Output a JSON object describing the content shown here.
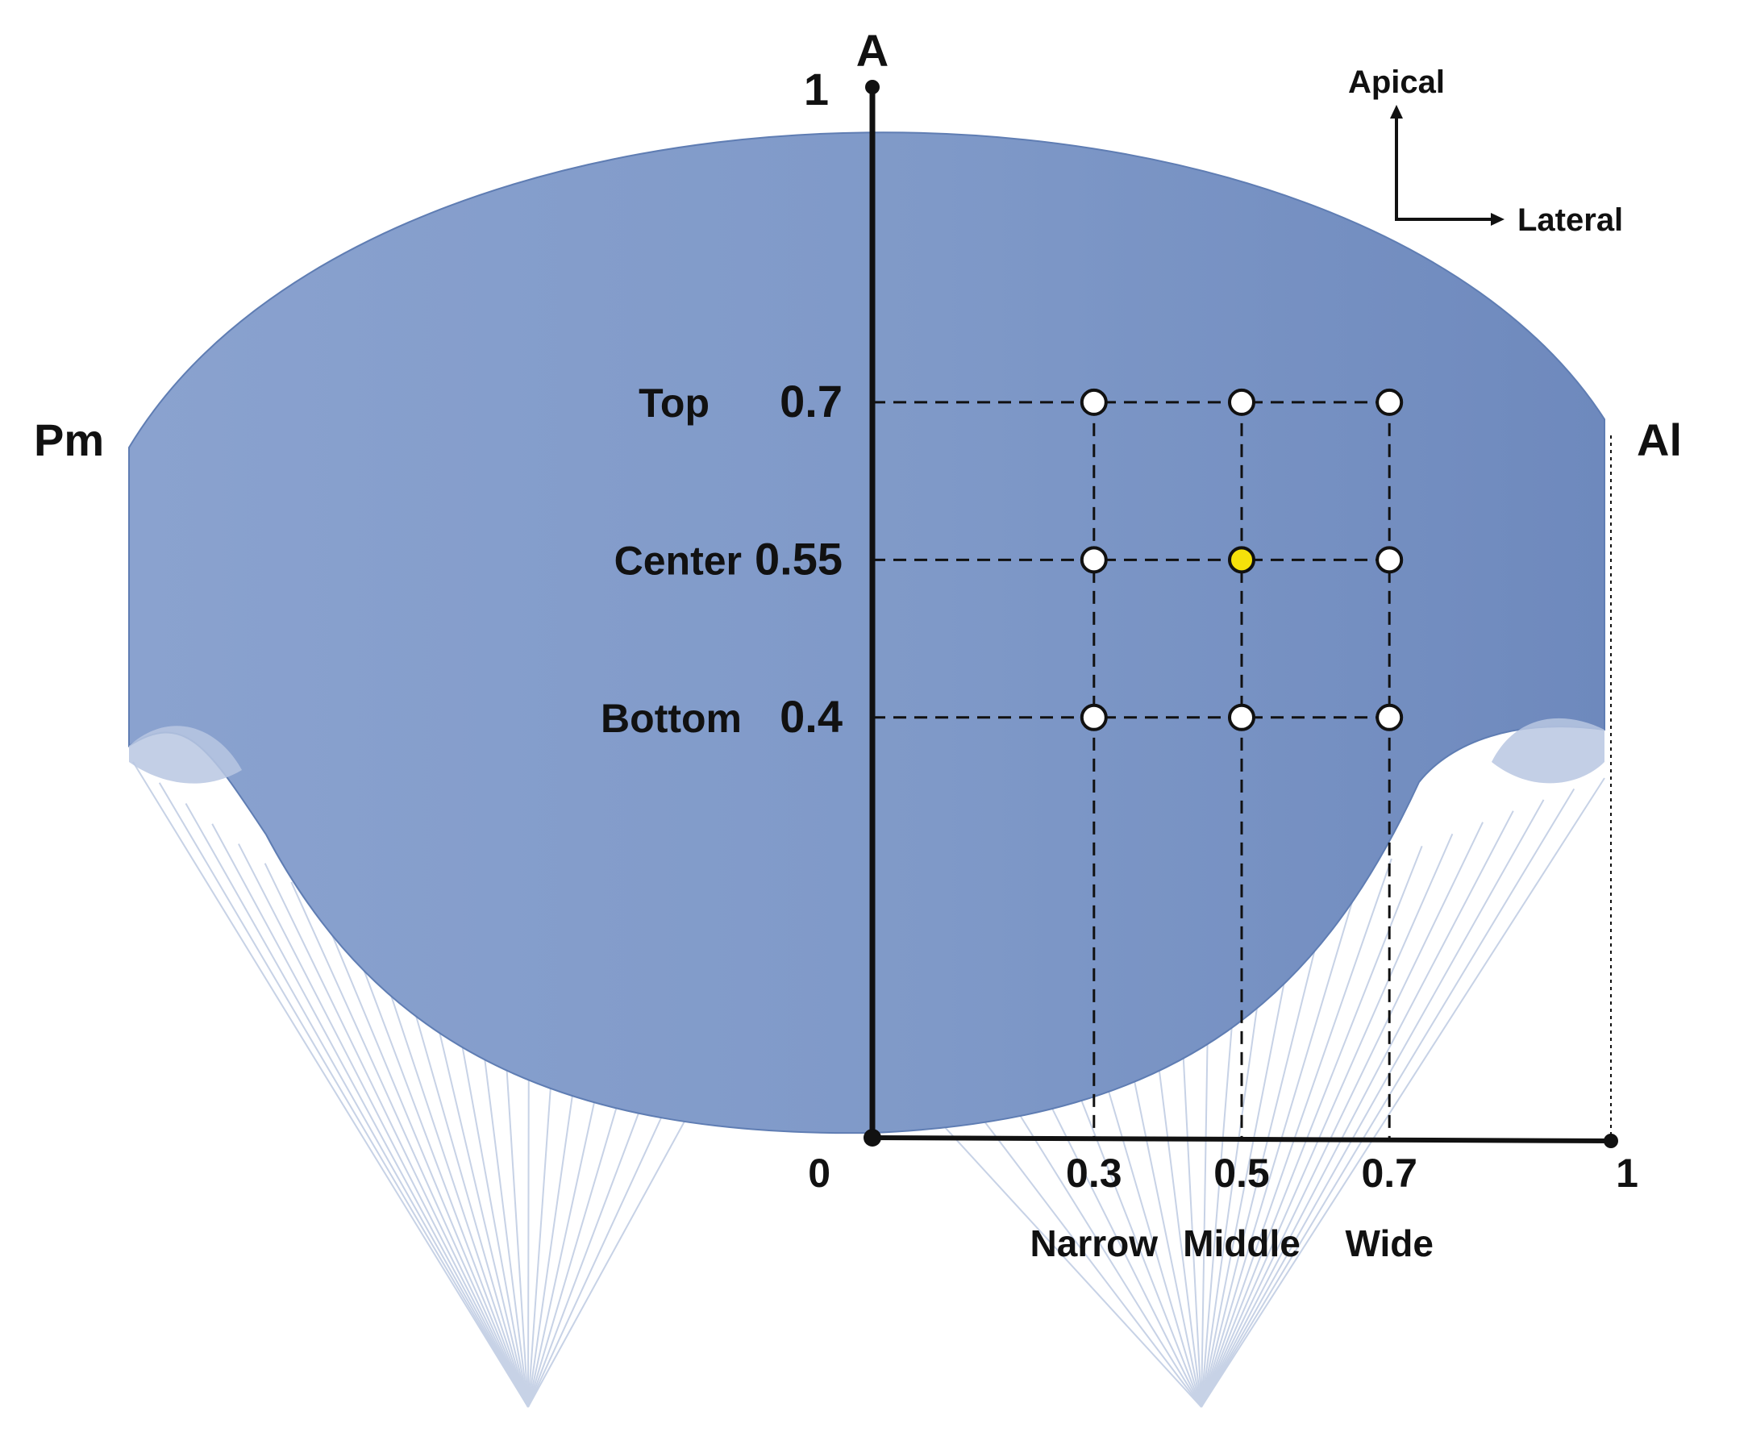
{
  "labels": {
    "anterior": "A",
    "posteromedial": "Pm",
    "anterolateral": "Al",
    "y_one": "1",
    "origin": "0",
    "x_one": "1"
  },
  "orientation": {
    "up": "Apical",
    "right": "Lateral"
  },
  "rows": [
    {
      "name": "Top",
      "value": "0.7",
      "pos": 0.7
    },
    {
      "name": "Center",
      "value": "0.55",
      "pos": 0.55
    },
    {
      "name": "Bottom",
      "value": "0.4",
      "pos": 0.4
    }
  ],
  "columns": [
    {
      "value": "0.3",
      "name": "Narrow",
      "pos": 0.3
    },
    {
      "value": "0.5",
      "name": "Middle",
      "pos": 0.5
    },
    {
      "value": "0.7",
      "name": "Wide",
      "pos": 0.7
    }
  ],
  "highlight": {
    "row": "Center",
    "column": "Middle",
    "color": "#f5e10a"
  },
  "colors": {
    "leaflet": "#7f99c8",
    "leaflet_dark": "#6d89bd",
    "chordae": "#c7d2e6",
    "point_fill": "#ffffff",
    "axis": "#111111"
  }
}
